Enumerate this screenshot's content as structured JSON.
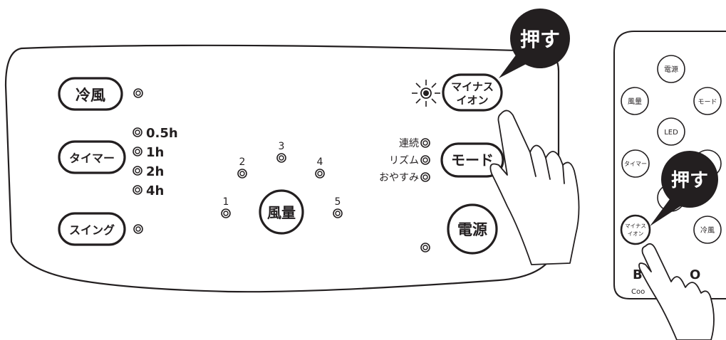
{
  "panel": {
    "buttons": {
      "cool_wind": "冷風",
      "timer": "タイマー",
      "swing": "スイング",
      "wind_volume": "風量",
      "minus_ion_line1": "マイナス",
      "minus_ion_line2": "イオン",
      "mode": "モード",
      "power": "電源"
    },
    "timer_options": [
      "0.5h",
      "1h",
      "2h",
      "4h"
    ],
    "fan_levels": [
      "1",
      "2",
      "3",
      "4",
      "5"
    ],
    "mode_options": [
      "連続",
      "リズム",
      "おやすみ"
    ]
  },
  "callouts": {
    "push_label": "押す"
  },
  "remote": {
    "buttons": {
      "power": "電源",
      "wind_volume": "風量",
      "mode": "モード",
      "led": "LED",
      "timer": "タイマー",
      "minus_ion_line1": "マイナス",
      "minus_ion_line2": "イオン",
      "cool_wind": "冷風"
    },
    "brand_fragment_left": "B",
    "brand_fragment_right": "O",
    "brand_sub_fragment": "Coo"
  }
}
